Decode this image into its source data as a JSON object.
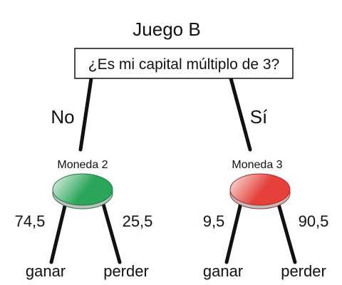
{
  "title": "Juego B",
  "question": "¿Es mi capital múltiplo de 3?",
  "branches": {
    "left_label": "No",
    "right_label": "Sí"
  },
  "coins": [
    {
      "label": "Moneda 2",
      "color": "#2aa55a",
      "highlight": "#e9f7ee",
      "edge": "#1f7a43",
      "win_label": "74,5",
      "lose_label": "25,5",
      "win_outcome": "ganar",
      "lose_outcome": "perder"
    },
    {
      "label": "Moneda 3",
      "color": "#e5403a",
      "highlight": "#fde9e7",
      "edge": "#a62c28",
      "win_label": "9,5",
      "lose_label": "90,5",
      "win_outcome": "ganar",
      "lose_outcome": "perder"
    }
  ]
}
